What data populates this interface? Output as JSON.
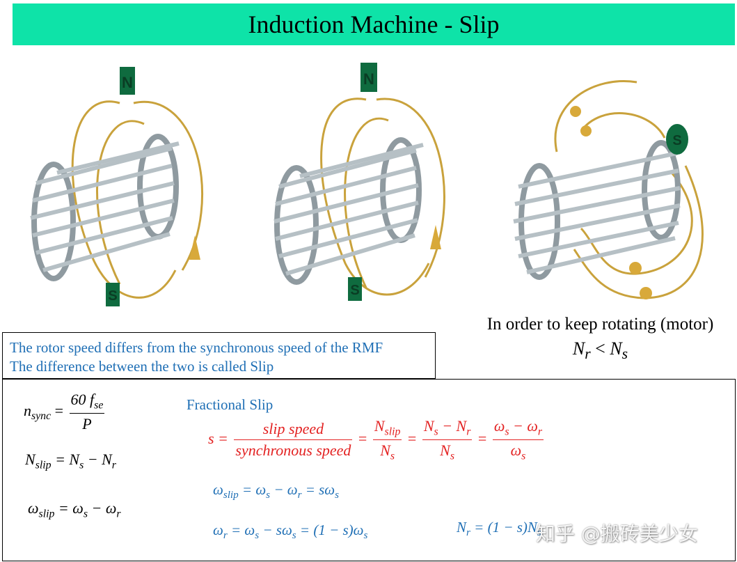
{
  "title": "Induction Machine - Slip",
  "figures": [
    {
      "pole_top": "N",
      "pole_bottom": "S",
      "icon": "rotor-cage-with-field-lines"
    },
    {
      "pole_top": "N",
      "pole_bottom": "S",
      "icon": "rotor-cage-with-field-lines"
    },
    {
      "pole_right": "S",
      "icon": "rotor-cage-rotating-field"
    }
  ],
  "caption": {
    "line1": "In order to keep rotating (motor)",
    "line2_lhs": "N",
    "line2_lhs_sub": "r",
    "line2_op": " < ",
    "line2_rhs": "N",
    "line2_rhs_sub": "s"
  },
  "description": {
    "line1": "The rotor speed differs from the synchronous speed of the RMF",
    "line2": "The difference between the two is called Slip"
  },
  "fractional_slip_label": "Fractional Slip",
  "formulas": {
    "nsync": {
      "lhs": "n",
      "lhs_sub": "sync",
      "eq": " = ",
      "num": "60 f",
      "num_sub": "se",
      "den": "P"
    },
    "nslip": {
      "lhs": "N",
      "lhs_sub": "slip",
      "rhs": " = N",
      "rhs_sub1": "s",
      "rhs_mid": " − N",
      "rhs_sub2": "r"
    },
    "wslip": {
      "lhs": "ω",
      "lhs_sub": "slip",
      "rhs": " = ω",
      "rhs_sub1": "s",
      "rhs_mid": " − ω",
      "rhs_sub2": "r"
    },
    "s_def": {
      "s": "s = ",
      "f1_num": "slip speed",
      "f1_den": "synchronous speed",
      "f2_num": "N",
      "f2_num_sub": "slip",
      "f2_den": "N",
      "f2_den_sub": "s",
      "f3_num": "N",
      "f3_num_sub1": "s",
      "f3_num_mid": " − N",
      "f3_num_sub2": "r",
      "f3_den": "N",
      "f3_den_sub": "s",
      "f4_num": "ω",
      "f4_num_sub1": "s",
      "f4_num_mid": " − ω",
      "f4_num_sub2": "r",
      "f4_den": "ω",
      "f4_den_sub": "s",
      "eq": " = "
    },
    "wslip_blue": {
      "lhs": "ω",
      "lhs_sub": "slip",
      "rhs1": " = ω",
      "rhs_sub1": "s",
      "rhs2": " − ω",
      "rhs_sub2": "r",
      "rhs3": " = sω",
      "rhs_sub3": "s"
    },
    "wr_blue": {
      "lhs": "ω",
      "lhs_sub": "r",
      "rhs1": " = ω",
      "rhs_sub1": "s",
      "rhs2": " − sω",
      "rhs_sub2": "s",
      "rhs3": " = (1 − s)ω",
      "rhs_sub3": "s"
    },
    "nr_blue": {
      "lhs": "N",
      "lhs_sub": "r",
      "rhs1": " = (1 − s)N",
      "rhs_sub1": "s"
    }
  },
  "watermark": "知乎 @搬砖美少女",
  "colors": {
    "title_bar": "#0ee3a8",
    "blue_text": "#1f6fb5",
    "red_text": "#e32222",
    "cage": "#c9d1d6",
    "field_line": "#c9a23c",
    "pole": "#0f6b3f"
  }
}
